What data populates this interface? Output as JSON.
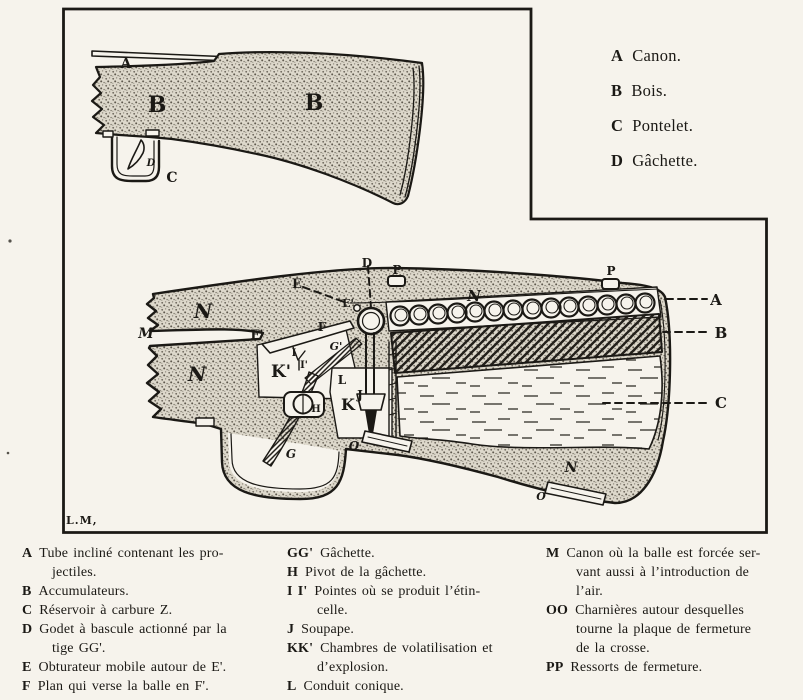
{
  "palette": {
    "paper": "#f6f3ec",
    "ink": "#1b1915"
  },
  "figure_top": {
    "labels": {
      "a": "A",
      "b_left": "B",
      "b_right": "B",
      "c": "C",
      "d": "D"
    }
  },
  "legend_top": {
    "items": [
      {
        "key": "A",
        "text": "Canon."
      },
      {
        "key": "B",
        "text": "Bois."
      },
      {
        "key": "C",
        "text": "Pontelet."
      },
      {
        "key": "D",
        "text": "Gâchette."
      }
    ]
  },
  "figure_main": {
    "signature": "L.M,",
    "labels": {
      "m": "M",
      "n_upper": "N",
      "n_lower": "N",
      "n_top": "N",
      "n_bottom": "N",
      "e": "E",
      "e_prime": "E'",
      "d": "D",
      "p_left": "P",
      "p_right": "P",
      "f": "F",
      "f_prime": "F'",
      "i": "I",
      "i_prime": "I'",
      "g_prime": "G'",
      "k_prime": "K'",
      "l": "L",
      "k": "K",
      "j": "J",
      "h": "H",
      "g": "G",
      "o_left": "O",
      "o_right": "O",
      "a": "A",
      "b": "B",
      "c": "C"
    }
  },
  "legend_bottom": {
    "col1": [
      {
        "key": "A",
        "lines": [
          "Tube incliné contenant les pro-",
          "jectiles."
        ]
      },
      {
        "key": "B",
        "lines": [
          "Accumulateurs."
        ]
      },
      {
        "key": "C",
        "lines": [
          "Réservoir à carbure Z."
        ]
      },
      {
        "key": "D",
        "lines": [
          "Godet à bascule actionné par la",
          "tige GG'."
        ]
      },
      {
        "key": "E",
        "lines": [
          "Obturateur mobile autour de E'."
        ]
      },
      {
        "key": "F",
        "lines": [
          "Plan qui verse la balle en F'."
        ]
      }
    ],
    "col2": [
      {
        "key": "GG'",
        "lines": [
          "Gâchette."
        ]
      },
      {
        "key": "H",
        "lines": [
          "Pivot de la gâchette."
        ]
      },
      {
        "key": "I I'",
        "lines": [
          "Pointes où se produit l’étin-",
          "celle."
        ]
      },
      {
        "key": "J",
        "lines": [
          "Soupape."
        ]
      },
      {
        "key": "KK'",
        "lines": [
          "Chambres de volatilisation et",
          "d’explosion."
        ]
      },
      {
        "key": "L",
        "lines": [
          "Conduit conique."
        ]
      }
    ],
    "col3": [
      {
        "key": "M",
        "lines": [
          "Canon où la balle est forcée ser-",
          "vant aussi à l’introduction de",
          "l’air."
        ]
      },
      {
        "key": "OO",
        "lines": [
          "Charnières autour desquelles",
          "tourne la plaque de fermeture",
          "de la crosse."
        ]
      },
      {
        "key": "PP",
        "lines": [
          "Ressorts de fermeture."
        ]
      }
    ]
  }
}
